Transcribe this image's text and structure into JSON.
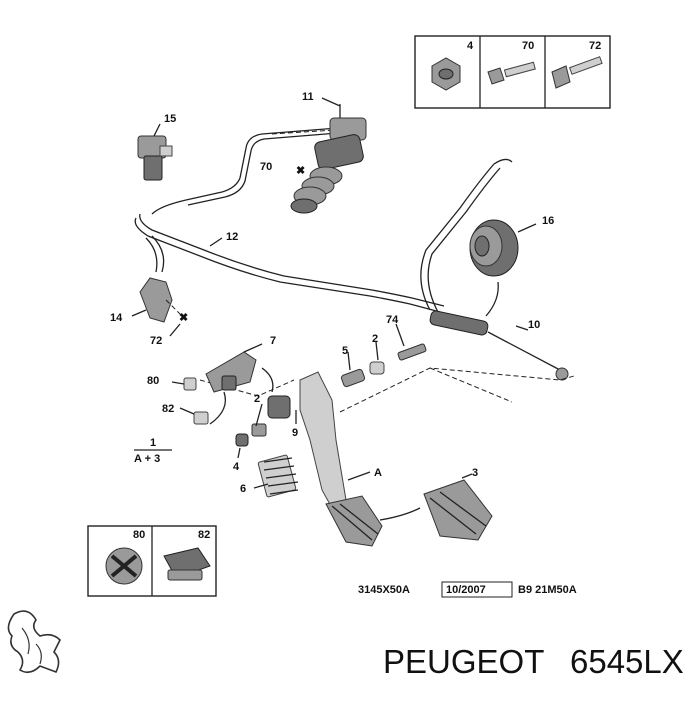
{
  "diagram": {
    "callouts": {
      "c4": "4",
      "c70_top": "70",
      "c72_top": "72",
      "c11": "11",
      "c15": "15",
      "c70": "70",
      "c16": "16",
      "c12": "12",
      "c14": "14",
      "c72": "72",
      "c7": "7",
      "c74": "74",
      "c10": "10",
      "c5": "5",
      "c2a": "2",
      "c80": "80",
      "c82": "82",
      "c2b": "2",
      "c9": "9",
      "c1": "1",
      "c1sub": "A + 3",
      "c4b": "4",
      "c6": "6",
      "cA": "A",
      "c3": "3",
      "c80_box": "80",
      "c82_box": "82"
    },
    "footer": {
      "ref1": "3145X50A",
      "ref2": "10/2007",
      "ref3": "B9 21M50A"
    }
  },
  "brand": {
    "name": "PEUGEOT",
    "part_number": "6545LX"
  }
}
